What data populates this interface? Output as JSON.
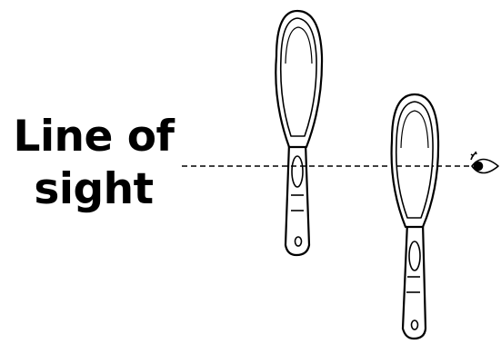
{
  "caption": {
    "line1": "Line of",
    "line2": "sight"
  },
  "objects": {
    "magnifier_count": 2,
    "eye_icon": "eye-icon",
    "line_style": "dashed"
  },
  "colors": {
    "stroke": "#000000",
    "background": "#ffffff"
  }
}
